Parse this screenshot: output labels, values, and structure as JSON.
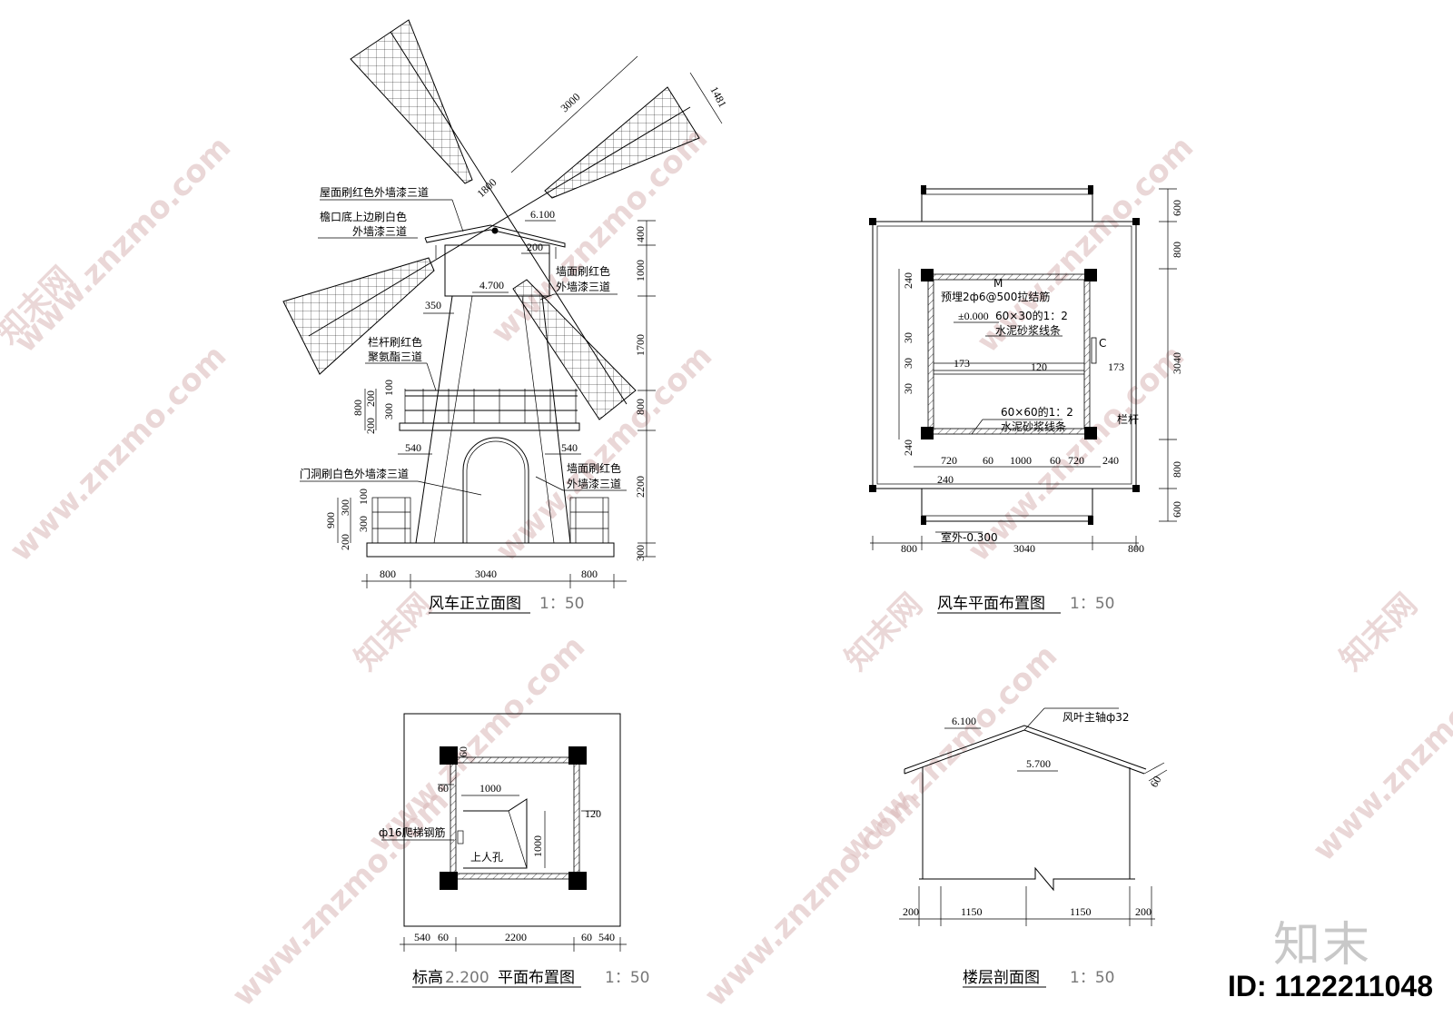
{
  "drawings": {
    "elevation": {
      "title": "风车正立面图",
      "scale": "1：50",
      "notes": {
        "roof": "屋面刷红色外墙漆三道",
        "eave_1": "檐口底上边刷白色",
        "eave_2": "外墙漆三道",
        "wall_upper_1": "墙面刷红色",
        "wall_upper_2": "外墙漆三道",
        "railing_1": "栏杆刷红色",
        "railing_2": "聚氨酯三道",
        "door": "门洞刷白色外墙漆三道",
        "wall_lower_1": "墙面刷红色",
        "wall_lower_2": "外墙漆三道"
      },
      "dims": {
        "blade_len": "3000",
        "blade_w": "1481",
        "hub": "1800",
        "elev_top": "6.100",
        "eave": "200",
        "elev_mid": "4.700",
        "offset": "350",
        "v1": "400",
        "v2": "1000",
        "v3": "1700",
        "v4": "800",
        "v5": "2200",
        "v6": "300",
        "rail_total": "800",
        "rail_a": "200",
        "rail_b": "200",
        "rail_c": "300",
        "rail_d": "100",
        "side_l": "540",
        "side_r": "540",
        "fence_total": "900",
        "fence_a": "200",
        "fence_b": "300",
        "fence_c": "300",
        "fence_d": "100",
        "base_l": "800",
        "base_mid": "3040",
        "base_r": "800"
      }
    },
    "plan": {
      "title": "风车平面布置图",
      "scale": "1：50",
      "notes": {
        "m": "M",
        "tie": "预埋2ф6@500拉结筋",
        "elev0": "±0.000",
        "strip1_1": "60×30的1：2",
        "strip1_2": "水泥砂浆线条",
        "c": "C",
        "strip2_1": "60×60的1：2",
        "strip2_2": "水泥砂浆线条",
        "railing": "栏杆",
        "outdoor": "室外-0.300"
      },
      "dims": {
        "left_240a": "240",
        "left_30a": "30",
        "left_30b": "30",
        "left_30c": "30",
        "left_240b": "240",
        "in_173a": "173",
        "in_120": "120",
        "in_173b": "173",
        "b_720a": "720",
        "b_60a": "60",
        "b_1000": "1000",
        "b_60b": "60",
        "b_720b": "720",
        "b_240r": "240",
        "b_240l": "240",
        "bot_800a": "800",
        "bot_3040": "3040",
        "bot_800b": "800",
        "r_600a": "600",
        "r_800a": "800",
        "r_3040": "3040",
        "r_800b": "800",
        "r_600b": "600"
      }
    },
    "level_plan": {
      "title_main": "标高",
      "title_elev": "2.200",
      "title_tail": "平面布置图",
      "scale": "1：50",
      "notes": {
        "rebar": "ф16爬梯钢筋",
        "hatch": "上人孔"
      },
      "dims": {
        "d60a": "60",
        "d60b": "60",
        "d1000h": "1000",
        "d120": "120",
        "d1000v": "1000",
        "b540a": "540",
        "b60a": "60",
        "b2200": "2200",
        "b60b": "60",
        "b540b": "540"
      }
    },
    "section": {
      "title": "楼层剖面图",
      "scale": "1：50",
      "notes": {
        "elev_top": "6.100",
        "axle": "风叶主轴ф32",
        "elev_mid": "5.700",
        "slope": "60"
      },
      "dims": {
        "a": "200",
        "b": "1150",
        "c": "1150",
        "d": "200"
      }
    }
  },
  "watermark": {
    "text": "www.znzmo.com",
    "brand": "知末网"
  },
  "brand_mark": "知末",
  "id_label": "ID: 1122211048"
}
